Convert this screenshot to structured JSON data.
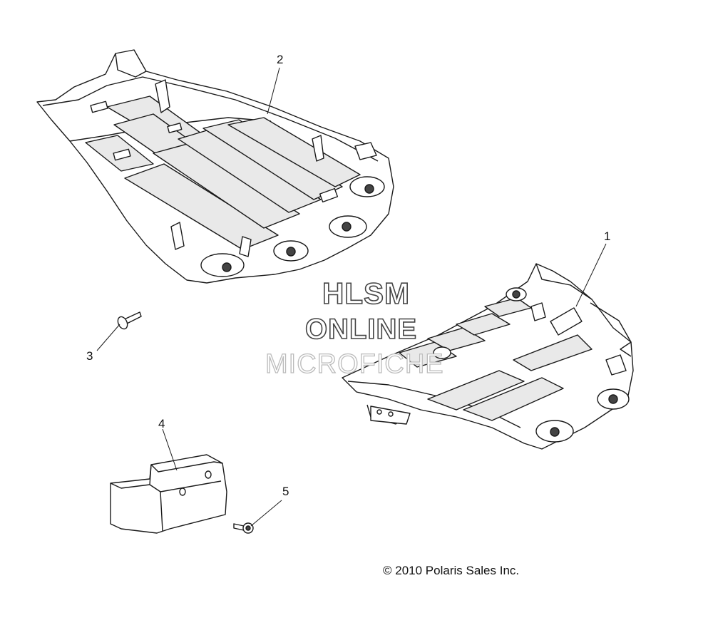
{
  "callouts": {
    "c1": "1",
    "c2": "2",
    "c3": "3",
    "c4": "4",
    "c5": "5"
  },
  "watermark": {
    "line1": "HLSM",
    "line2": "ONLINE",
    "line3": "MICROFICHE"
  },
  "copyright": "© 2010 Polaris Sales Inc.",
  "colors": {
    "line": "#1a1a1a",
    "fill": "#ffffff",
    "shade": "#e6e6e6"
  }
}
